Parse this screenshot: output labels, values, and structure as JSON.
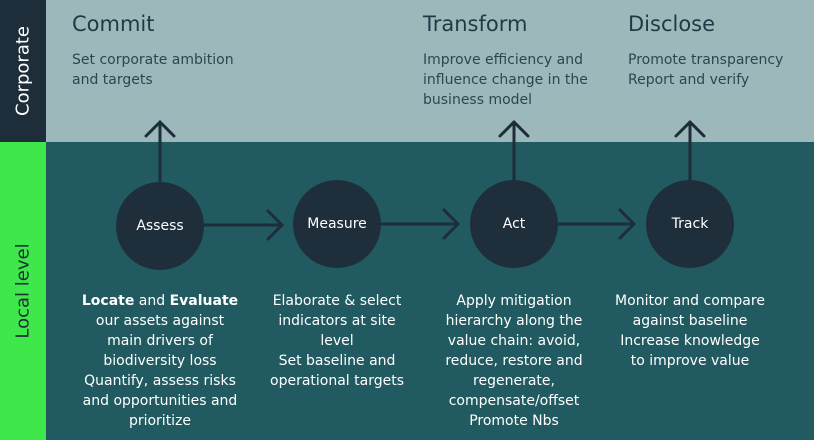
{
  "side": {
    "corporate": "Corporate",
    "local": "Local level"
  },
  "corporate": {
    "commit": {
      "title": "Commit",
      "desc": "Set corporate ambition\nand targets"
    },
    "transform": {
      "title": "Transform",
      "desc": "Improve efficiency and\ninfluence change in the\nbusiness model"
    },
    "disclose": {
      "title": "Disclose",
      "desc": "Promote transparency\nReport and verify"
    }
  },
  "nodes": {
    "assess": "Assess",
    "measure": "Measure",
    "act": "Act",
    "track": "Track"
  },
  "local": {
    "assess": {
      "locate": "Locate",
      "and": " and ",
      "evaluate": "Evaluate",
      "lines": [
        "our assets against",
        "main drivers of",
        "biodiversity loss",
        "Quantify, assess risks",
        "and opportunities and",
        "prioritize"
      ]
    },
    "measure": {
      "lines": [
        "Elaborate & select",
        "indicators at site",
        "level",
        "Set baseline and",
        "operational targets"
      ]
    },
    "act": {
      "lines": [
        "Apply mitigation",
        "hierarchy along the",
        "value chain: avoid,",
        "reduce, restore and",
        "regenerate,",
        "compensate/offset",
        "Promote Nbs"
      ]
    },
    "track": {
      "lines": [
        "Monitor and compare",
        "against baseline",
        "Increase knowledge",
        "to improve value"
      ]
    }
  },
  "colors": {
    "corporate_band": "#9cb8bb",
    "local_band": "#215a60",
    "corporate_side": "#1e2d3a",
    "local_side": "#3ee84a",
    "node": "#1f2e3b",
    "arrow": "#1e2d3a"
  }
}
